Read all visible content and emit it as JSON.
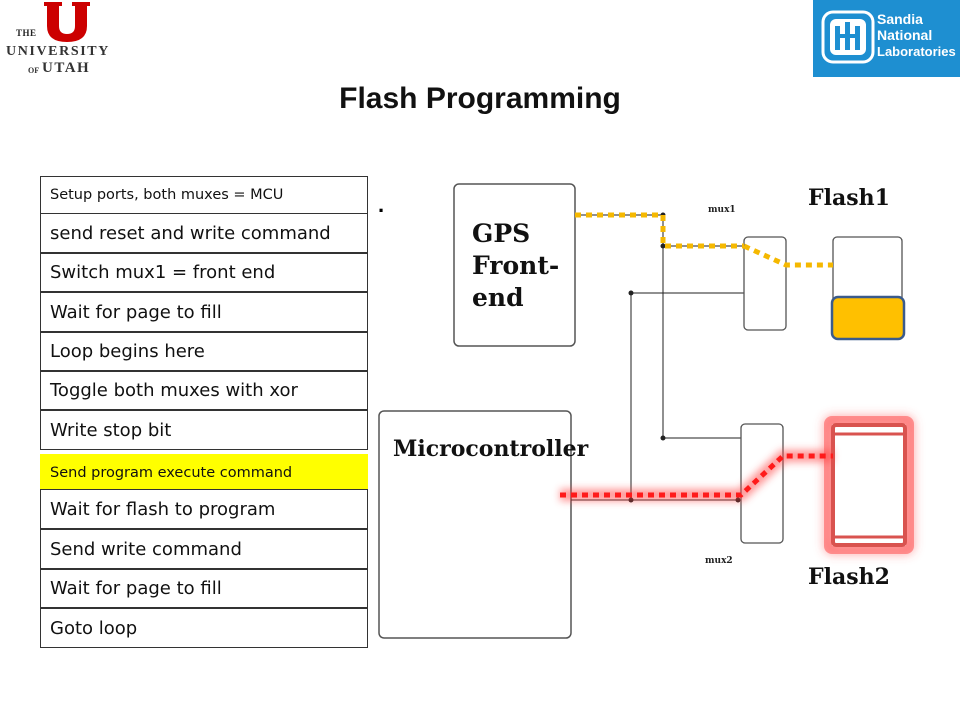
{
  "logos": {
    "university": {
      "the": "THE",
      "name": "UNIVERSITY",
      "of": "OF",
      "state": "UTAH",
      "emblem": "block-U"
    },
    "sandia": {
      "line1": "Sandia",
      "line2": "National",
      "line3": "Laboratories",
      "background": "#1e8fd1"
    }
  },
  "title": "Flash Programming",
  "steps": [
    {
      "label": "Setup ports, both muxes = MCU",
      "highlight": false,
      "small": true
    },
    {
      "label": "send reset and write command",
      "highlight": false,
      "small": false
    },
    {
      "label": "Switch mux1 = front end",
      "highlight": false,
      "small": false
    },
    {
      "label": "Wait for page to fill",
      "highlight": false,
      "small": false
    },
    {
      "label": "Loop begins here",
      "highlight": false,
      "small": false
    },
    {
      "label": "Toggle both muxes with xor",
      "highlight": false,
      "small": false
    },
    {
      "label": "Write stop bit",
      "highlight": false,
      "small": false
    },
    {
      "label": "Send program execute command",
      "highlight": true,
      "small": true
    },
    {
      "label": "Wait for flash to program",
      "highlight": false,
      "small": false
    },
    {
      "label": "Send write command",
      "highlight": false,
      "small": false
    },
    {
      "label": "Wait for page to fill",
      "highlight": false,
      "small": false
    },
    {
      "label": "Goto loop",
      "highlight": false,
      "small": false
    }
  ],
  "separator_dot": ".",
  "diagram": {
    "gps_line1": "GPS",
    "gps_line2": "Front-",
    "gps_line3": "end",
    "microcontroller": "Microcontroller",
    "mux1": "mux1",
    "mux2": "mux2",
    "flash1": "Flash1",
    "flash2": "Flash2",
    "colors": {
      "yellow_path": "#f5b800",
      "red_path": "#ff1a1a",
      "flash1_fill": "#ffc000",
      "flash1_border": "#3b5b8c",
      "flash2_border": "#d9534f"
    }
  }
}
